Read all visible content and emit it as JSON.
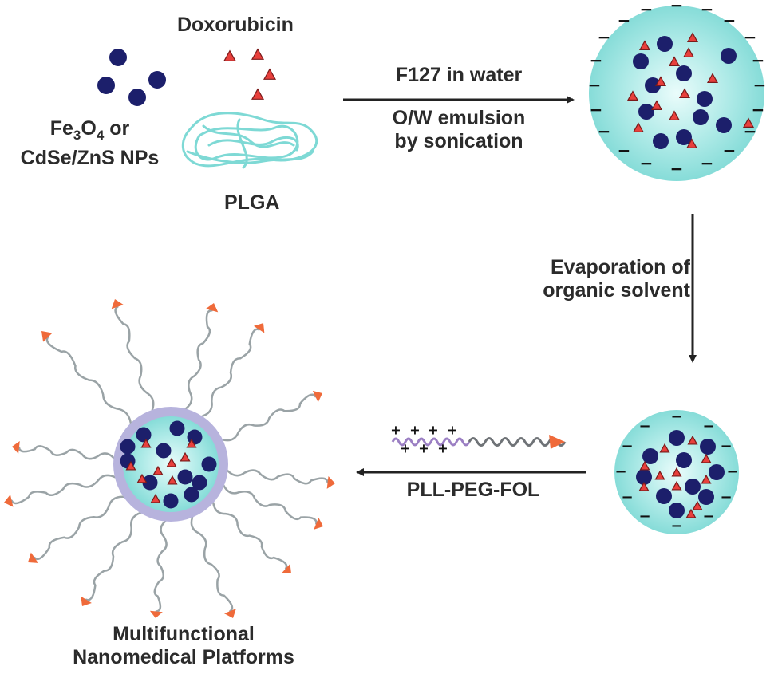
{
  "labels": {
    "doxorubicin": "Doxorubicin",
    "np_line1_a": "Fe",
    "np_line1_sub1": "3",
    "np_line1_b": "O",
    "np_line1_sub2": "4",
    "np_line1_c": " or",
    "np_line2": "CdSe/ZnS NPs",
    "plga": "PLGA",
    "step1_top": "F127 in water",
    "step1_bottom_1": "O/W emulsion",
    "step1_bottom_2": "by sonication",
    "step2_1": "Evaporation of",
    "step2_2": "organic solvent",
    "step3": "PLL-PEG-FOL",
    "final_1": "Multifunctional",
    "final_2": "Nanomedical Platforms"
  },
  "charges": {
    "negative": "−",
    "positive": "+"
  },
  "colors": {
    "nanoparticle": "#1c1f6b",
    "drug_triangle": "#e8403c",
    "drug_outline": "#7a1a1a",
    "droplet": "#8fe3e0",
    "droplet_center": "#e9fbfb",
    "plga_strand": "#7ed9d5",
    "shell": "#b7b3dd",
    "pll": "#9b7fc3",
    "peg": "#6f7377",
    "folate": "#ef6a3a",
    "arrow": "#222222"
  },
  "icons": [
    "nanoparticle-icon",
    "doxorubicin-icon",
    "plga-polymer-icon",
    "pll-peg-fol-icon"
  ]
}
